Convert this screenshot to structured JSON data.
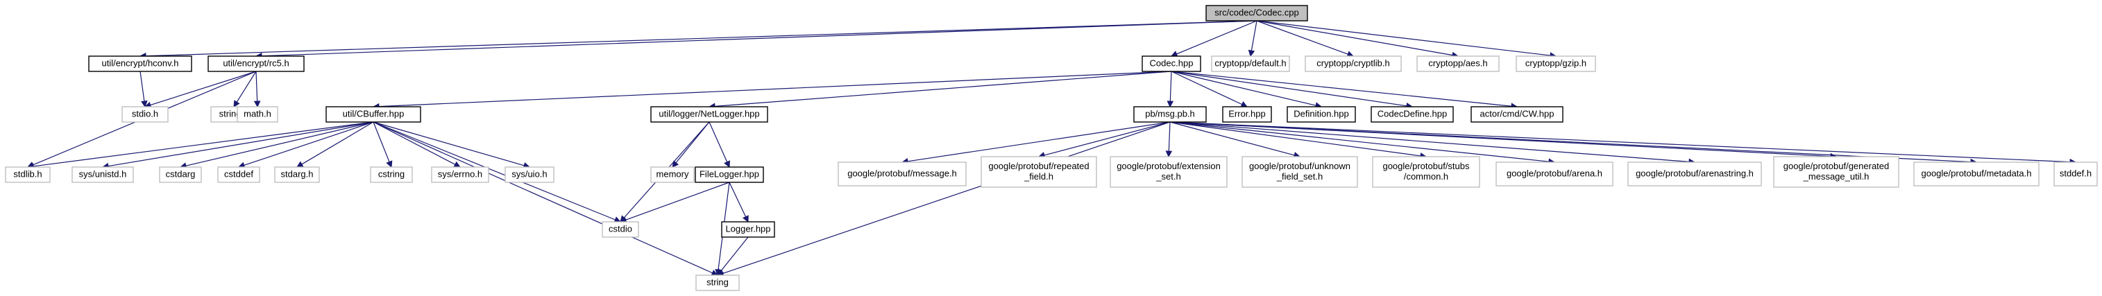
{
  "nodes": [
    {
      "id": "codec_cpp",
      "label": "src/codec/Codec.cpp",
      "kind": "root"
    },
    {
      "id": "hconv",
      "label": "util/encrypt/hconv.h",
      "kind": "doc"
    },
    {
      "id": "rc5",
      "label": "util/encrypt/rc5.h",
      "kind": "doc"
    },
    {
      "id": "codec_hpp",
      "label": "Codec.hpp",
      "kind": "doc"
    },
    {
      "id": "crypto_default",
      "label": "cryptopp/default.h",
      "kind": "sys"
    },
    {
      "id": "cryptlib",
      "label": "cryptopp/cryptlib.h",
      "kind": "sys"
    },
    {
      "id": "aes",
      "label": "cryptopp/aes.h",
      "kind": "sys"
    },
    {
      "id": "gzip",
      "label": "cryptopp/gzip.h",
      "kind": "sys"
    },
    {
      "id": "stdio_h",
      "label": "stdio.h",
      "kind": "sys"
    },
    {
      "id": "string_h",
      "label": "string.h",
      "kind": "sys"
    },
    {
      "id": "math_h",
      "label": "math.h",
      "kind": "sys"
    },
    {
      "id": "cbuffer",
      "label": "util/CBuffer.hpp",
      "kind": "doc"
    },
    {
      "id": "netlogger",
      "label": "util/logger/NetLogger.hpp",
      "kind": "doc"
    },
    {
      "id": "msgpb",
      "label": "pb/msg.pb.h",
      "kind": "doc"
    },
    {
      "id": "error",
      "label": "Error.hpp",
      "kind": "doc"
    },
    {
      "id": "definition",
      "label": "Definition.hpp",
      "kind": "doc"
    },
    {
      "id": "codecdefine",
      "label": "CodecDefine.hpp",
      "kind": "doc"
    },
    {
      "id": "cw",
      "label": "actor/cmd/CW.hpp",
      "kind": "doc"
    },
    {
      "id": "stdlib",
      "label": "stdlib.h",
      "kind": "sys"
    },
    {
      "id": "unistd",
      "label": "sys/unistd.h",
      "kind": "sys"
    },
    {
      "id": "cstdarg",
      "label": "cstdarg",
      "kind": "sys"
    },
    {
      "id": "cstddef",
      "label": "cstddef",
      "kind": "sys"
    },
    {
      "id": "stdarg",
      "label": "stdarg.h",
      "kind": "sys"
    },
    {
      "id": "cstring",
      "label": "cstring",
      "kind": "sys"
    },
    {
      "id": "errno",
      "label": "sys/errno.h",
      "kind": "sys"
    },
    {
      "id": "uio",
      "label": "sys/uio.h",
      "kind": "sys"
    },
    {
      "id": "memory",
      "label": "memory",
      "kind": "sys"
    },
    {
      "id": "filelogger",
      "label": "FileLogger.hpp",
      "kind": "doc"
    },
    {
      "id": "cstdio",
      "label": "cstdio",
      "kind": "sys"
    },
    {
      "id": "logger",
      "label": "Logger.hpp",
      "kind": "doc"
    },
    {
      "id": "string",
      "label": "string",
      "kind": "sys"
    },
    {
      "id": "pb_message",
      "label": "google/protobuf/message.h",
      "kind": "sys"
    },
    {
      "id": "pb_repeated",
      "label": "google/protobuf/repeated\n_field.h",
      "kind": "sys"
    },
    {
      "id": "pb_extension",
      "label": "google/protobuf/extension\n_set.h",
      "kind": "sys"
    },
    {
      "id": "pb_unknown",
      "label": "google/protobuf/unknown\n_field_set.h",
      "kind": "sys"
    },
    {
      "id": "pb_stubs",
      "label": "google/protobuf/stubs\n/common.h",
      "kind": "sys"
    },
    {
      "id": "pb_arena",
      "label": "google/protobuf/arena.h",
      "kind": "sys"
    },
    {
      "id": "pb_arenastring",
      "label": "google/protobuf/arenastring.h",
      "kind": "sys"
    },
    {
      "id": "pb_generated",
      "label": "google/protobuf/generated\n_message_util.h",
      "kind": "sys"
    },
    {
      "id": "pb_metadata",
      "label": "google/protobuf/metadata.h",
      "kind": "sys"
    },
    {
      "id": "stddef",
      "label": "stddef.h",
      "kind": "sys"
    }
  ],
  "edges": [
    [
      "codec_cpp",
      "hconv"
    ],
    [
      "codec_cpp",
      "rc5"
    ],
    [
      "codec_cpp",
      "codec_hpp"
    ],
    [
      "codec_cpp",
      "crypto_default"
    ],
    [
      "codec_cpp",
      "cryptlib"
    ],
    [
      "codec_cpp",
      "aes"
    ],
    [
      "codec_cpp",
      "gzip"
    ],
    [
      "hconv",
      "stdio_h"
    ],
    [
      "rc5",
      "stdio_h"
    ],
    [
      "rc5",
      "string_h"
    ],
    [
      "rc5",
      "math_h"
    ],
    [
      "rc5",
      "stdlib"
    ],
    [
      "codec_hpp",
      "cbuffer"
    ],
    [
      "codec_hpp",
      "netlogger"
    ],
    [
      "codec_hpp",
      "msgpb"
    ],
    [
      "codec_hpp",
      "error"
    ],
    [
      "codec_hpp",
      "definition"
    ],
    [
      "codec_hpp",
      "codecdefine"
    ],
    [
      "codec_hpp",
      "cw"
    ],
    [
      "cbuffer",
      "stdlib"
    ],
    [
      "cbuffer",
      "unistd"
    ],
    [
      "cbuffer",
      "cstdarg"
    ],
    [
      "cbuffer",
      "cstddef"
    ],
    [
      "cbuffer",
      "stdarg"
    ],
    [
      "cbuffer",
      "cstring"
    ],
    [
      "cbuffer",
      "errno"
    ],
    [
      "cbuffer",
      "uio"
    ],
    [
      "cbuffer",
      "cstdio"
    ],
    [
      "cbuffer",
      "string"
    ],
    [
      "netlogger",
      "memory"
    ],
    [
      "netlogger",
      "filelogger"
    ],
    [
      "netlogger",
      "cstdio"
    ],
    [
      "filelogger",
      "cstdio"
    ],
    [
      "filelogger",
      "logger"
    ],
    [
      "filelogger",
      "string"
    ],
    [
      "logger",
      "string"
    ],
    [
      "msgpb",
      "pb_message"
    ],
    [
      "msgpb",
      "pb_repeated"
    ],
    [
      "msgpb",
      "pb_extension"
    ],
    [
      "msgpb",
      "pb_unknown"
    ],
    [
      "msgpb",
      "pb_stubs"
    ],
    [
      "msgpb",
      "pb_arena"
    ],
    [
      "msgpb",
      "pb_arenastring"
    ],
    [
      "msgpb",
      "pb_generated"
    ],
    [
      "msgpb",
      "pb_metadata"
    ],
    [
      "msgpb",
      "stddef"
    ],
    [
      "msgpb",
      "string"
    ]
  ]
}
